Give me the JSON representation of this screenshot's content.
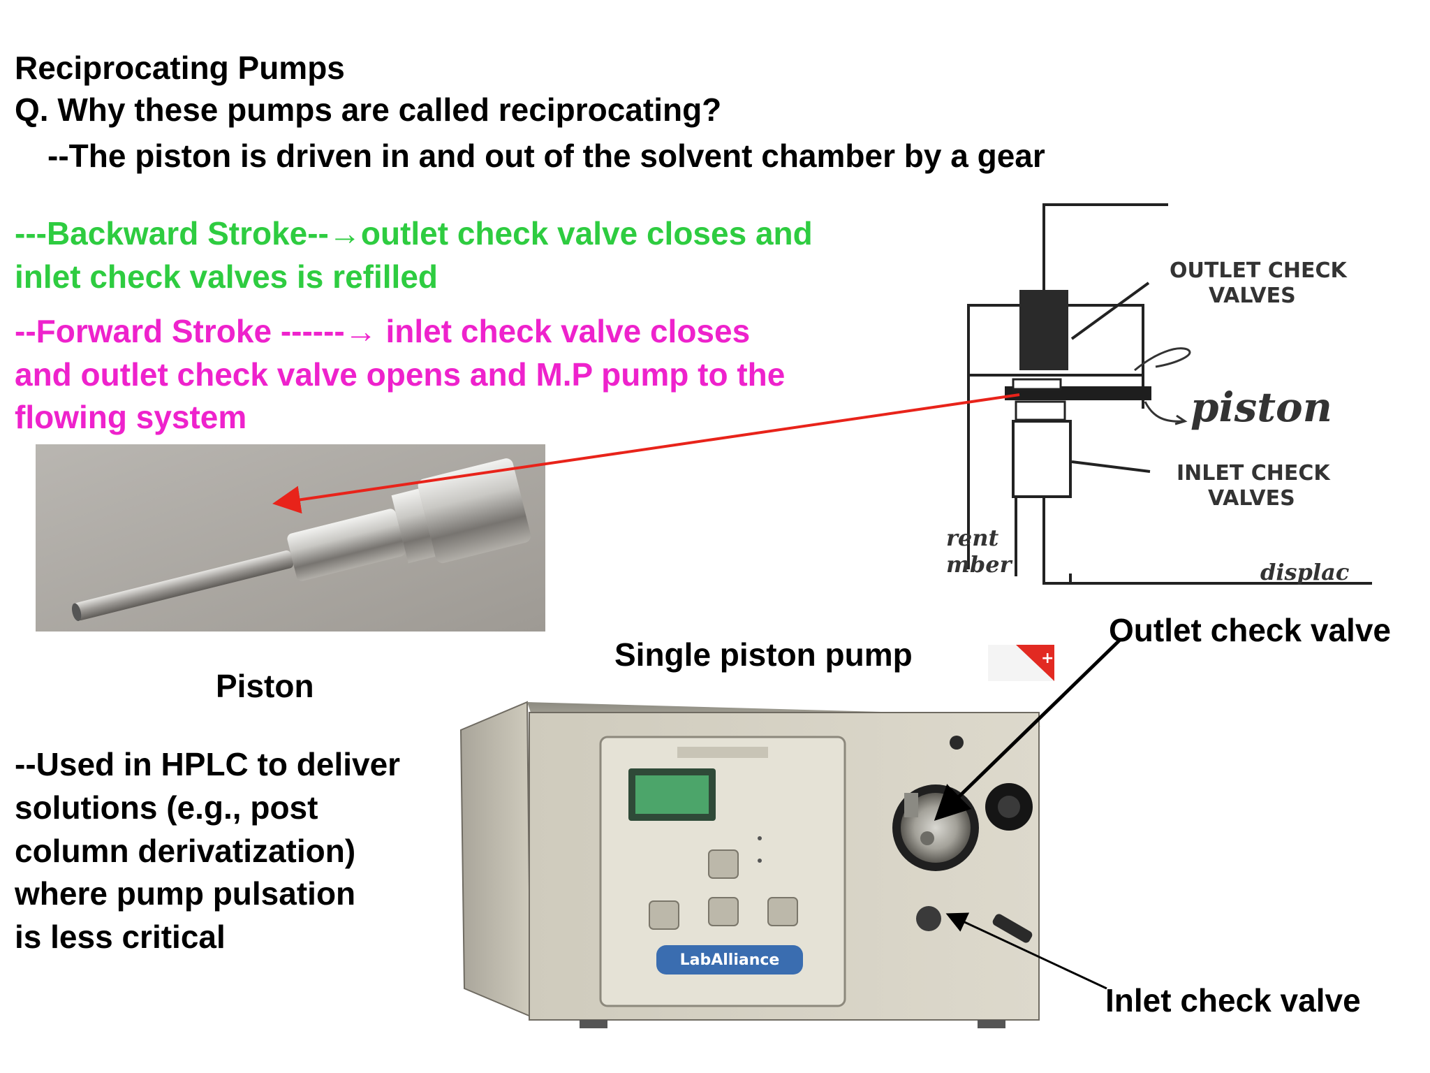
{
  "slide": {
    "title": "Reciprocating Pumps",
    "question": "Q.  Why these pumps are called reciprocating?",
    "answer": "--The piston is driven in and out of the solvent chamber by a gear",
    "backward_line1": "---Backward Stroke--→outlet check valve closes and",
    "backward_line2": "inlet check valves is refilled",
    "forward_line1": "--Forward Stroke  ------→ inlet check valve closes",
    "forward_line2": "and outlet check valve opens and M.P pump to the",
    "forward_line3": "flowing system",
    "usage_line1": "--Used in HPLC to deliver",
    "usage_line2": "solutions (e.g., post",
    "usage_line3": "column derivatization)",
    "usage_line4": "where pump pulsation",
    "usage_line5": "is less critical"
  },
  "labels": {
    "piston": "Piston",
    "single_piston_pump": "Single piston pump",
    "outlet_check_valve": "Outlet check valve",
    "inlet_check_valve": "Inlet check valve"
  },
  "diagram": {
    "outlet_label_1": "OUTLET CHECK",
    "outlet_label_2": "VALVES",
    "inlet_label_1": "INLET CHECK",
    "inlet_label_2": "VALVES",
    "piston_label": "piston",
    "solvent_label_1": "rent",
    "solvent_label_2": "mber",
    "displace_label": "displac"
  },
  "pump": {
    "brand": "LabAlliance"
  },
  "colors": {
    "green_text": "#2ecc40",
    "pink_text": "#ee22cc",
    "red_arrow": "#e8231a"
  }
}
